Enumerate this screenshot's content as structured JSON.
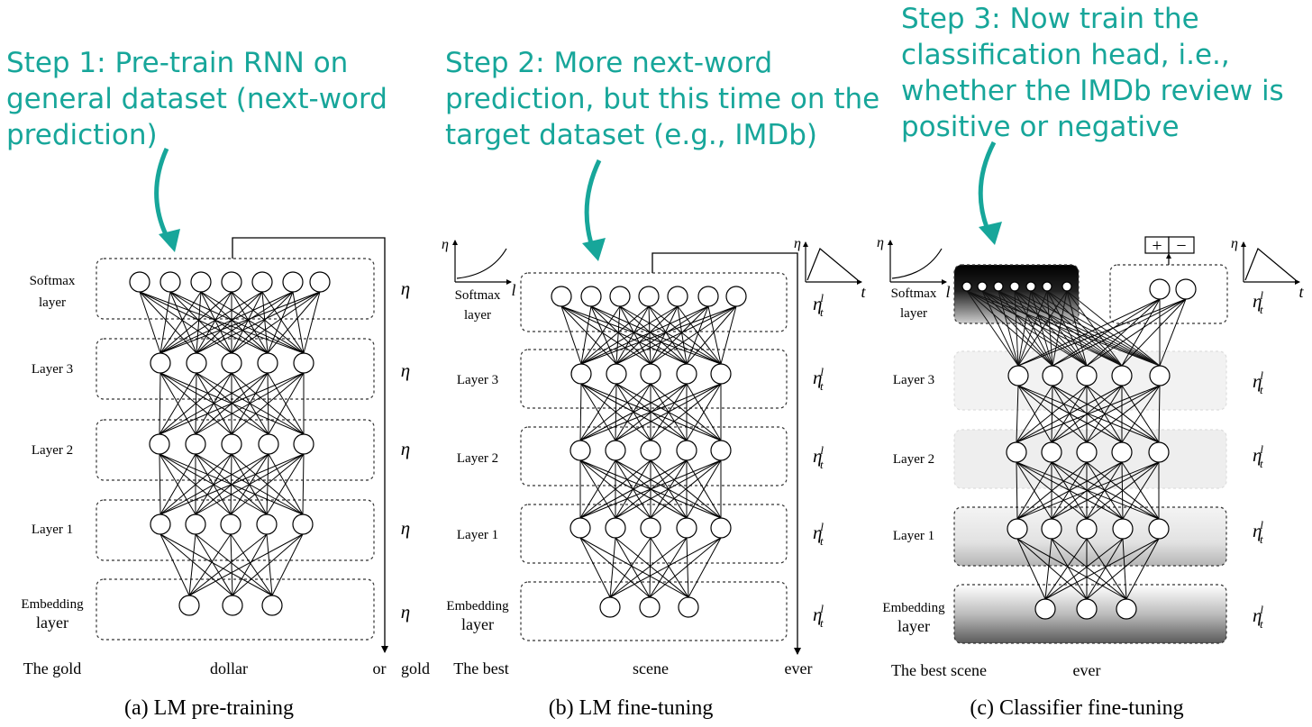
{
  "steps": [
    "Step 1: Pre-train RNN on\ngeneral dataset (next-word\nprediction)",
    "Step 2: More next-word\nprediction, but this time on the\ntarget dataset (e.g., IMDb)",
    "Step 3: Now train the\nclassification head, i.e.,\nwhether the IMDb review is\npositive or negative"
  ],
  "layer_labels": {
    "softmax": [
      "Softmax",
      "layer"
    ],
    "layer3": "Layer 3",
    "layer2": "Layer 2",
    "layer1": "Layer 1",
    "embedding": [
      "Embedding",
      "layer"
    ]
  },
  "eta": "η",
  "eta_t": "η",
  "eta_sup": "l",
  "eta_sub": "t",
  "axis_l": "l",
  "axis_t": "t",
  "panels": {
    "a": {
      "caption": "(a) LM pre-training",
      "words": [
        "The gold",
        "dollar",
        "or",
        "gold"
      ]
    },
    "b": {
      "caption": "(b) LM fine-tuning",
      "words": [
        "The best",
        "scene",
        "ever"
      ]
    },
    "c": {
      "caption": "(c) Classifier fine-tuning",
      "words": [
        "The best scene",
        "ever"
      ],
      "plus": "+",
      "minus": "−"
    }
  },
  "colors": {
    "accent": "#17a69a",
    "line": "#000000",
    "dashed": "#333333"
  }
}
